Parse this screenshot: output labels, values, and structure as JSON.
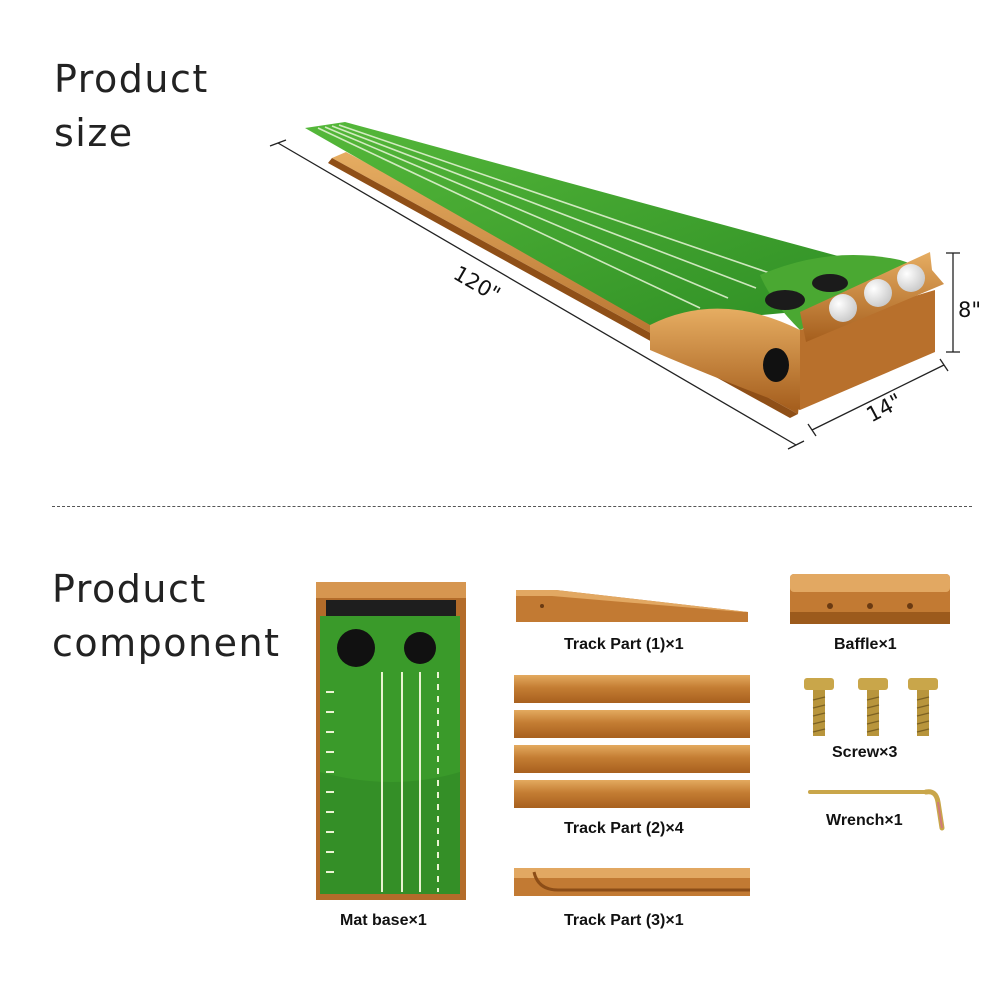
{
  "size_section": {
    "heading_line1": "Product",
    "heading_line2": "size",
    "length_label": "120\"",
    "width_label": "14\"",
    "height_label": "8\""
  },
  "component_section": {
    "heading_line1": "Product",
    "heading_line2": "component",
    "parts": {
      "mat_base": "Mat base×1",
      "track_part_1": "Track Part (1)×1",
      "baffle": "Baffle×1",
      "screw": "Screw×3",
      "track_part_2": "Track Part (2)×4",
      "wrench": "Wrench×1",
      "track_part_3": "Track Part (3)×1"
    }
  },
  "colors": {
    "turf": "#3f9e2c",
    "wood": "#c47d33",
    "ball": "#f4f4f4"
  }
}
